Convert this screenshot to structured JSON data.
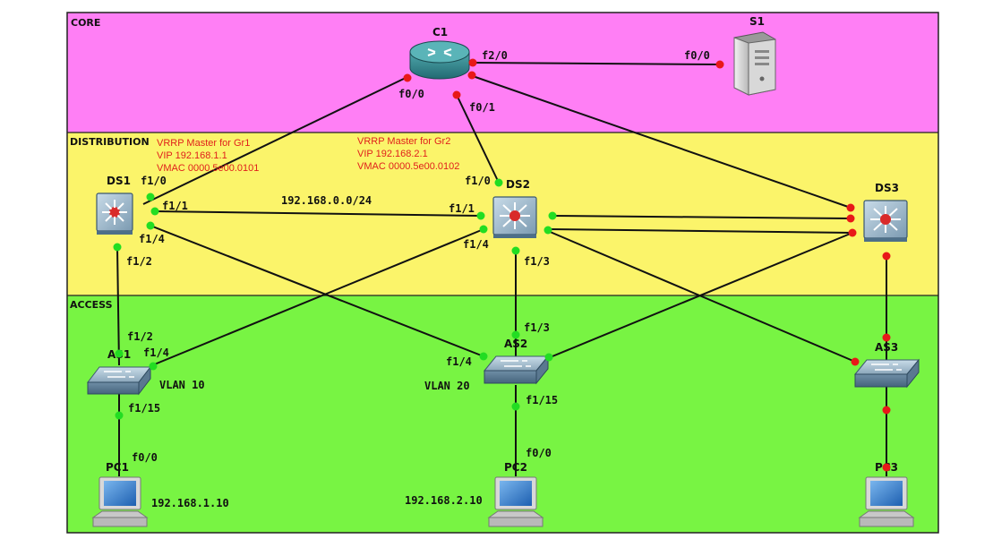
{
  "zones": {
    "core": {
      "label": "CORE",
      "color": "#ff7ff5"
    },
    "distribution": {
      "label": "DISTRIBUTION",
      "color": "#fbf46a"
    },
    "access": {
      "label": "ACCESS",
      "color": "#78f443"
    }
  },
  "devices": {
    "c1": {
      "name": "C1",
      "icon": "router-icon"
    },
    "s1": {
      "name": "S1",
      "icon": "server-icon"
    },
    "ds1": {
      "name": "DS1",
      "icon": "multilayer-switch-icon"
    },
    "ds2": {
      "name": "DS2",
      "icon": "multilayer-switch-icon"
    },
    "ds3": {
      "name": "DS3",
      "icon": "multilayer-switch-icon"
    },
    "as1": {
      "name": "AS1",
      "icon": "switch-icon"
    },
    "as2": {
      "name": "AS2",
      "icon": "switch-icon"
    },
    "as3": {
      "name": "AS3",
      "icon": "switch-icon"
    },
    "pc1": {
      "name": "PC1",
      "icon": "pc-icon"
    },
    "pc2": {
      "name": "PC2",
      "icon": "pc-icon"
    },
    "pc3": {
      "name": "PC3",
      "icon": "pc-icon"
    }
  },
  "ports": {
    "c1_f20": "f2/0",
    "s1_f00": "f0/0",
    "c1_f00": "f0/0",
    "c1_f01": "f0/1",
    "ds1_f10": "f1/0",
    "ds1_f11": "f1/1",
    "ds1_f14": "f1/4",
    "ds1_f12": "f1/2",
    "ds2_f10": "f1/0",
    "ds2_f11": "f1/1",
    "ds2_f14": "f1/4",
    "ds2_f13": "f1/3",
    "as1_f12": "f1/2",
    "as1_f14": "f1/4",
    "as1_f115": "f1/15",
    "as2_f13": "f1/3",
    "as2_f14": "f1/4",
    "as2_f115": "f1/15",
    "pc1_f00": "f0/0",
    "pc2_f00": "f0/0"
  },
  "network": "192.168.0.0/24",
  "vlans": {
    "as1": "VLAN 10",
    "as2": "VLAN 20"
  },
  "hosts": {
    "pc1_ip": "192.168.1.10",
    "pc2_ip": "192.168.2.10"
  },
  "vrrp": {
    "gr1": {
      "line1": "VRRP Master for Gr1",
      "line2": "VIP 192.168.1.1",
      "line3": "VMAC 0000.5e00.0101"
    },
    "gr2": {
      "line1": "VRRP Master for Gr2",
      "line2": "VIP 192.168.2.1",
      "line3": "VMAC 0000.5e00.0102"
    }
  },
  "colors": {
    "port_up": "#22dd22",
    "port_down": "#e81818",
    "note_text": "#e0201c"
  }
}
